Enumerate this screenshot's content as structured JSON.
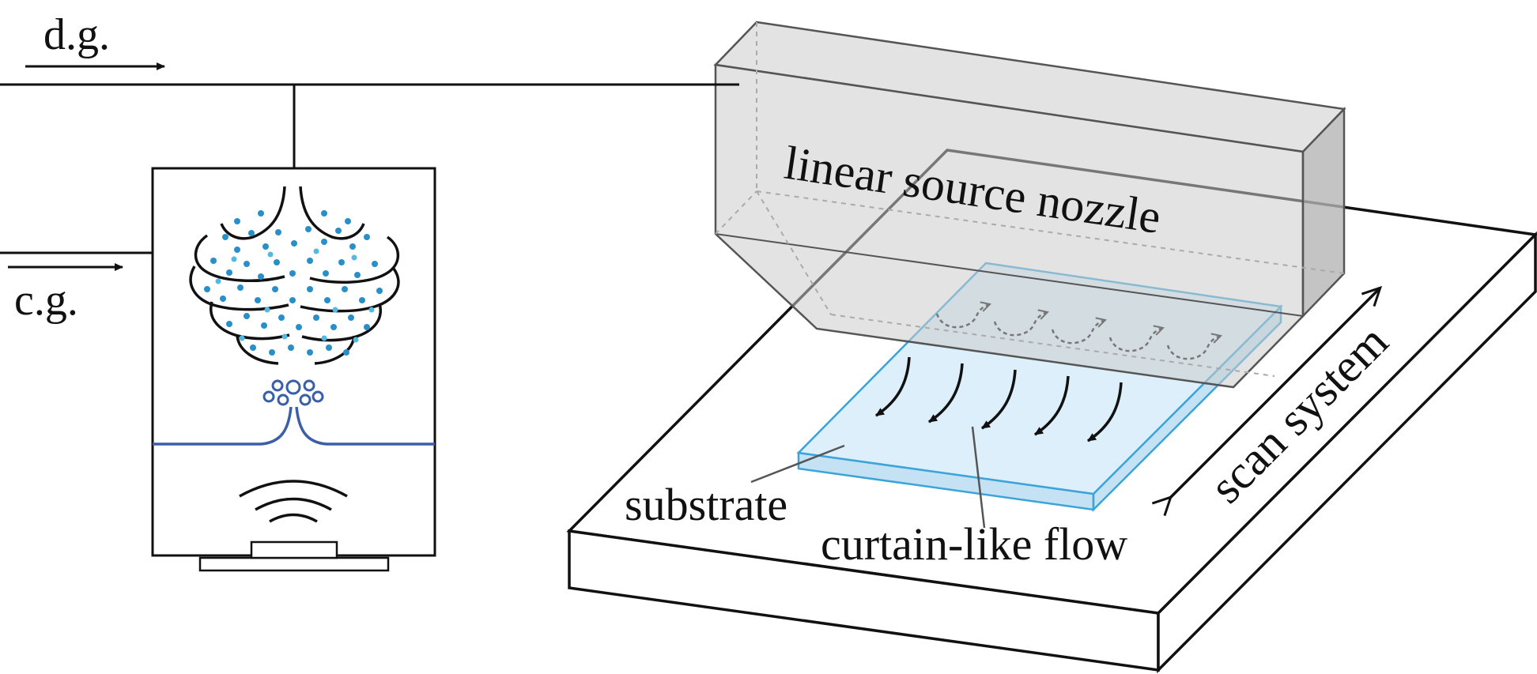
{
  "labels": {
    "dilution_gas": "d.g.",
    "carrier_gas": "c.g.",
    "nozzle": "linear source nozzle",
    "scan": "scan system",
    "substrate": "substrate",
    "flow": "curtain-like flow"
  },
  "colors": {
    "line": "#111111",
    "droplet_dark": "#1f78b4",
    "droplet_light": "#3fb0d8",
    "mist_line": "#3a5fa8",
    "nozzle_front": "#cfcfcf",
    "nozzle_top": "#dadada",
    "nozzle_side": "#b9b9b9",
    "substrate_fill": "#d6ecf8",
    "substrate_edge": "#3ba4d8"
  },
  "icons": {
    "transducer": "ultrasonic-wave-icon"
  }
}
